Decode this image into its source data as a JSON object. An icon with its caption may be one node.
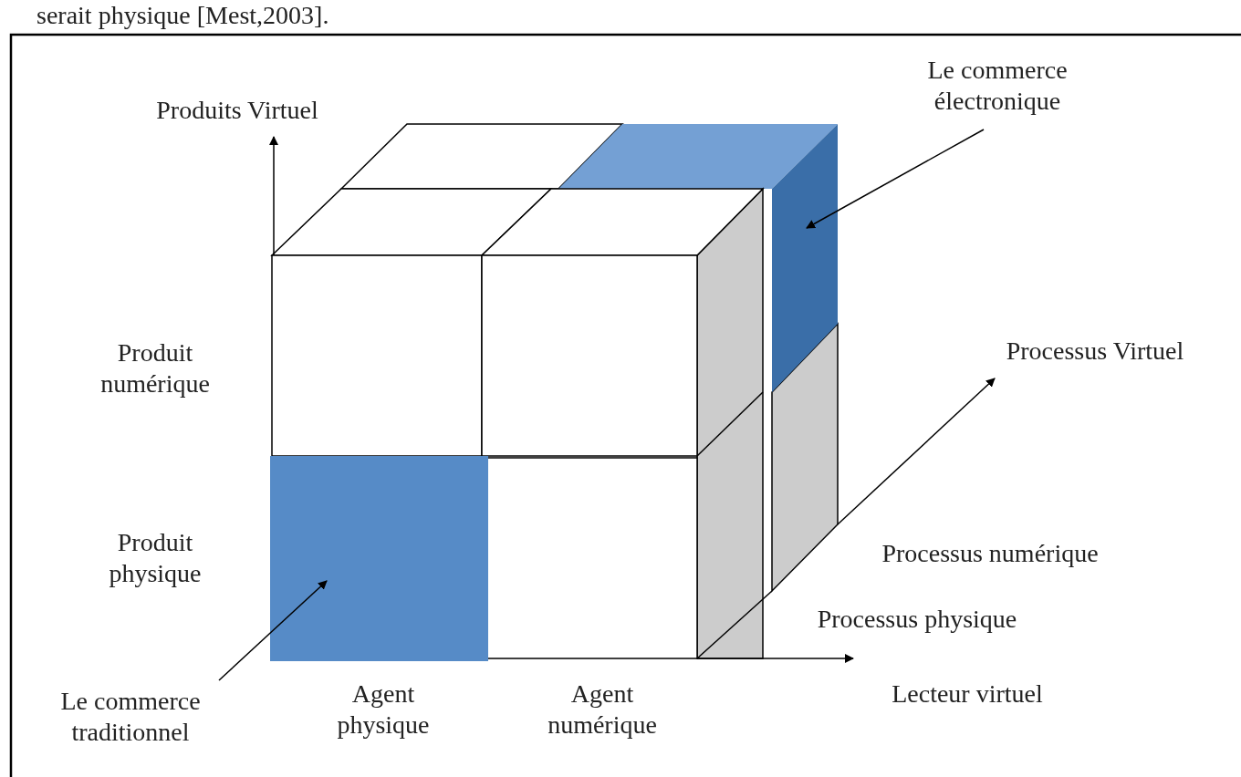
{
  "diagram": {
    "nodes": [
      {
        "text": [
          "Le commerce électronique"
        ]
      },
      {
        "text": [],
        "shape": "box"
      },
      {
        "text": [
          "Le commerce traditionnel"
        ]
      },
      {
        "text": [],
        "shape": "box"
      }
    ],
    "edges": [
      {
        "from": 0,
        "to": 1,
        "arrow": "to"
      },
      {
        "from": 2,
        "to": 3,
        "arrow": "to"
      }
    ],
    "labels": [
      "serait physique [Mest,2003].",
      "Produits Virtuel",
      "Produit numérique",
      "Produit physique",
      "Processus Virtuel",
      "Processus numérique",
      "Processus physique",
      "Lecteur virtuel",
      "Agent physique",
      "Agent numérique"
    ]
  }
}
